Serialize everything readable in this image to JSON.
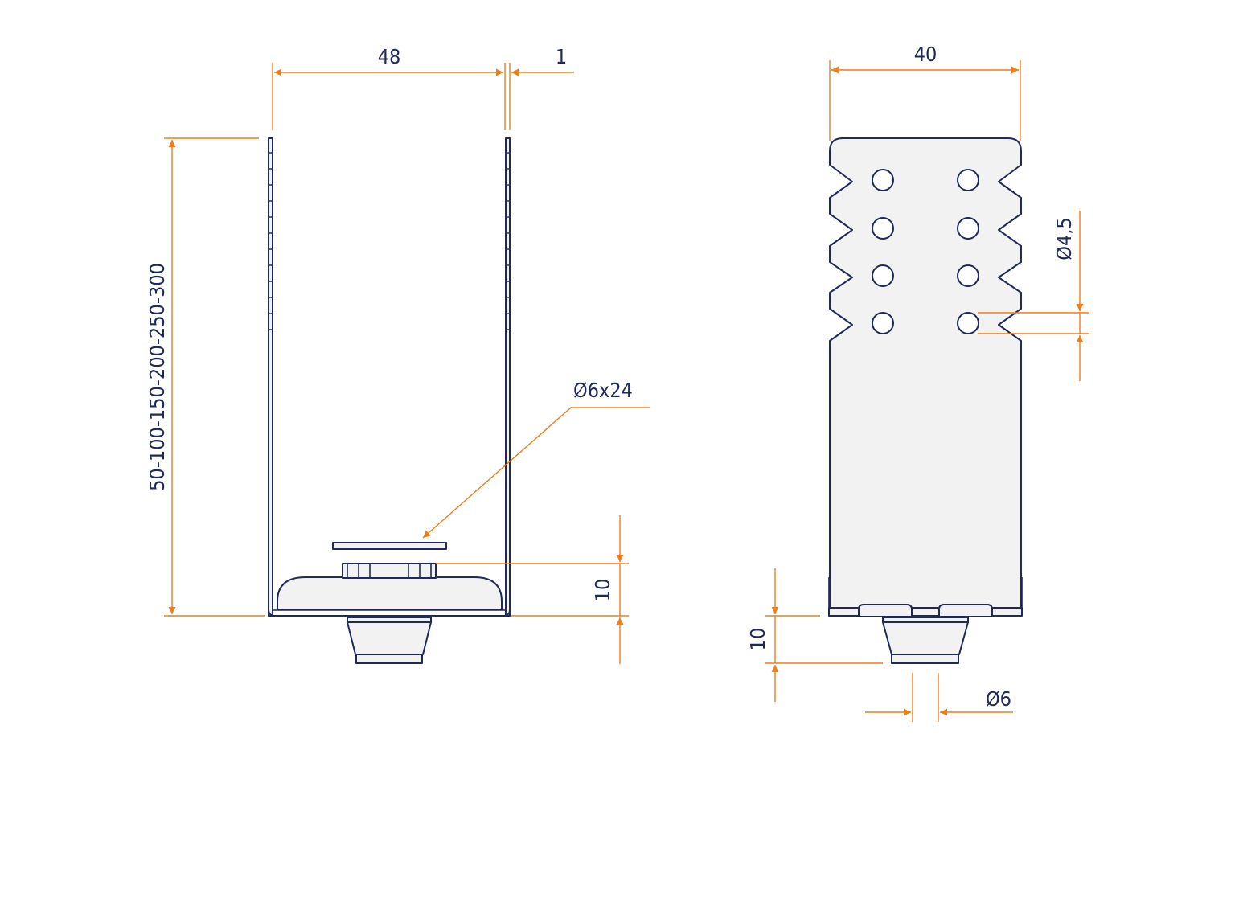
{
  "dimensions": {
    "width_48": "48",
    "thickness_1": "1",
    "height_range": "50-100-150-200-250-300",
    "screw": "Ø6x24",
    "gap_10_left": "10",
    "width_40": "40",
    "hole_diameter": "Ø4,5",
    "gap_10_right": "10",
    "pin_diameter": "Ø6"
  },
  "colors": {
    "outline": "#1f2a5a",
    "dimension": "#ee7d1a",
    "fill": "#f2f2f2"
  }
}
